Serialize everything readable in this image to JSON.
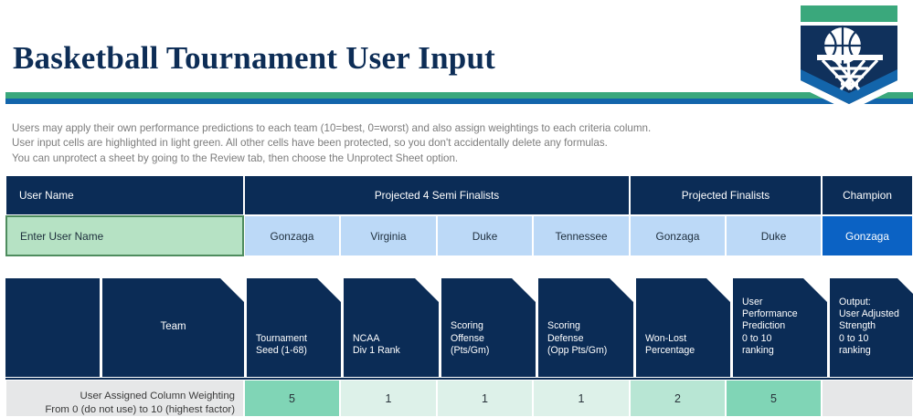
{
  "header": {
    "title": "Basketball Tournament User Input",
    "rule_green_color": "#3aa87c",
    "rule_blue_color": "#1365ab",
    "logo": {
      "name": "basketball-shield-logo",
      "band_green": "#3aa87c",
      "body_navy": "#10315c",
      "band_blue": "#1365ab"
    }
  },
  "intro": {
    "line1": "Users may apply their own performance predictions to each team (10=best, 0=worst) and also assign weightings to each criteria column.",
    "line2": "User input cells are highlighted in light green.  All other cells have been protected, so you don't accidentally delete any formulas.",
    "line3": "You can unprotect a sheet by going to the Review tab, then choose the Unprotect Sheet option."
  },
  "predictions_table": {
    "headers": [
      {
        "label": "User Name",
        "align": "left"
      },
      {
        "label": "Projected 4 Semi Finalists",
        "align": "center"
      },
      {
        "label": "Projected Finalists",
        "align": "center"
      },
      {
        "label": "Champion",
        "align": "center"
      }
    ],
    "user_name_value": "Enter User Name",
    "semi_finalists": [
      "Gonzaga",
      "Virginia",
      "Duke",
      "Tennessee"
    ],
    "finalists": [
      "Gonzaga",
      "Duke"
    ],
    "champion": "Gonzaga",
    "colors": {
      "header_navy": "#0b2c56",
      "team_cell": "#bcd9f7",
      "user_input_green": "#b6e2c4",
      "user_input_border": "#4e8c5e",
      "champion_blue": "#0b62c4"
    }
  },
  "criteria_table": {
    "column_headers": [
      "",
      "Team",
      "Tournament\nSeed (1-68)",
      "NCAA\nDiv 1 Rank",
      "Scoring\nOffense\n(Pts/Gm)",
      "Scoring\nDefense\n(Opp Pts/Gm)",
      "Won-Lost\nPercentage",
      "User\nPerformance\nPrediction\n0 to 10\nranking",
      "Output:\nUser Adjusted\nStrength\n0 to 10\nranking"
    ],
    "weighting_label_line1": "User Assigned Column Weighting",
    "weighting_label_line2": "From 0 (do not use) to 10 (highest factor)",
    "weightings": [
      {
        "value": "5",
        "color": "#80d5b6"
      },
      {
        "value": "1",
        "color": "#ddf1e9"
      },
      {
        "value": "1",
        "color": "#ddf1e9"
      },
      {
        "value": "1",
        "color": "#ddf1e9"
      },
      {
        "value": "2",
        "color": "#b8e6d4"
      },
      {
        "value": "5",
        "color": "#80d5b6"
      },
      {
        "value": "",
        "color": "#e6e7e8"
      }
    ]
  }
}
